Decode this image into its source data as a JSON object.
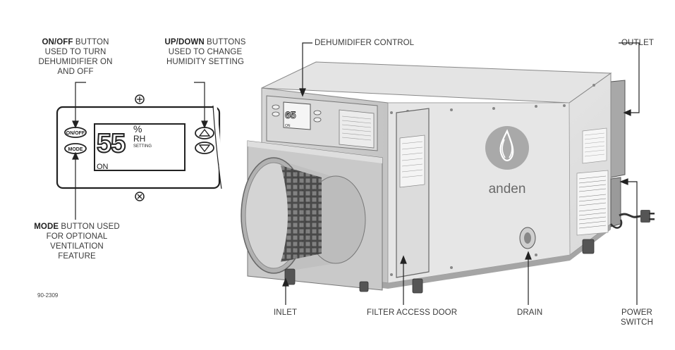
{
  "labels": {
    "onoff": {
      "bold": "ON/OFF",
      "rest": " BUTTON USED TO TURN DEHUMIDIFIER ON AND OFF"
    },
    "updown": {
      "bold": "UP/DOWN",
      "rest": " BUTTONS USED TO CHANGE HUMIDITY SETTING"
    },
    "mode": {
      "bold": "MODE",
      "rest": " BUTTON USED FOR OPTIONAL VENTILATION FEATURE"
    },
    "dehumidifier_control": "DEHUMIDIFER CONTROL",
    "outlet": "OUTLET",
    "inlet": "INLET",
    "filter_access_door": "FILTER ACCESS DOOR",
    "drain": "DRAIN",
    "power_switch": "POWER SWITCH"
  },
  "panel": {
    "onoff_button": "ON/OFF",
    "mode_button": "MODE",
    "humidity_value": "55",
    "percent_sign": "%",
    "rh_label": "RH",
    "setting_label": "SETTING",
    "on_status": "ON"
  },
  "unit": {
    "brand": "anden",
    "mini_display_value": "65",
    "mini_on": "ON"
  },
  "doc_code": "90-2309",
  "colors": {
    "line": "#222222",
    "body_light": "#e2e2e2",
    "body_mid": "#cfcfcf",
    "body_dark": "#b5b5b5",
    "logo": "#a9a9a9"
  }
}
